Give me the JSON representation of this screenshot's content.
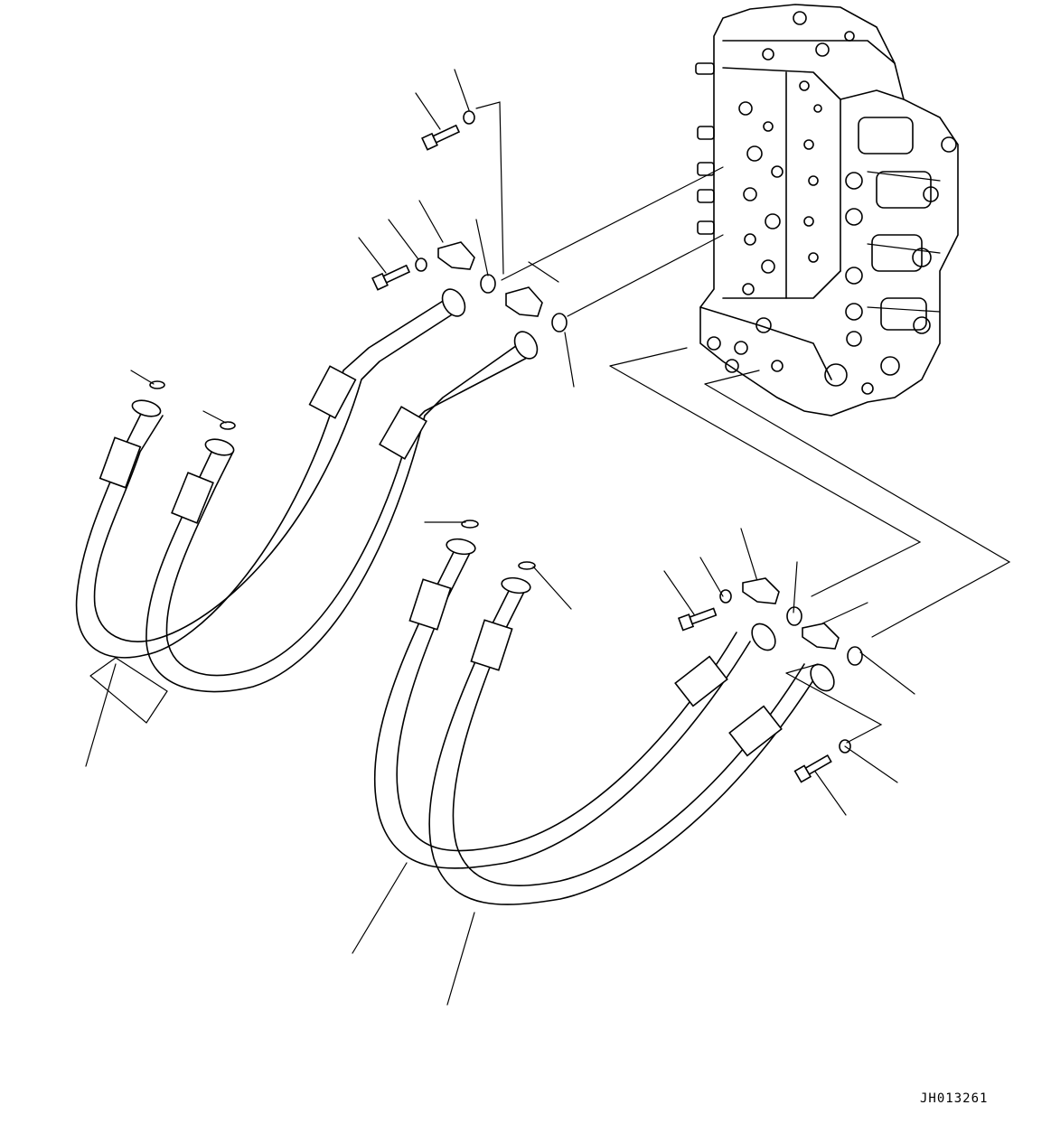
{
  "figure": {
    "drawing_code": "JH013261"
  },
  "parts": {
    "control_valve": "control-valve-assembly",
    "upper_hoses": "upper-hose-pair",
    "lower_hoses": "lower-hose-pair"
  }
}
